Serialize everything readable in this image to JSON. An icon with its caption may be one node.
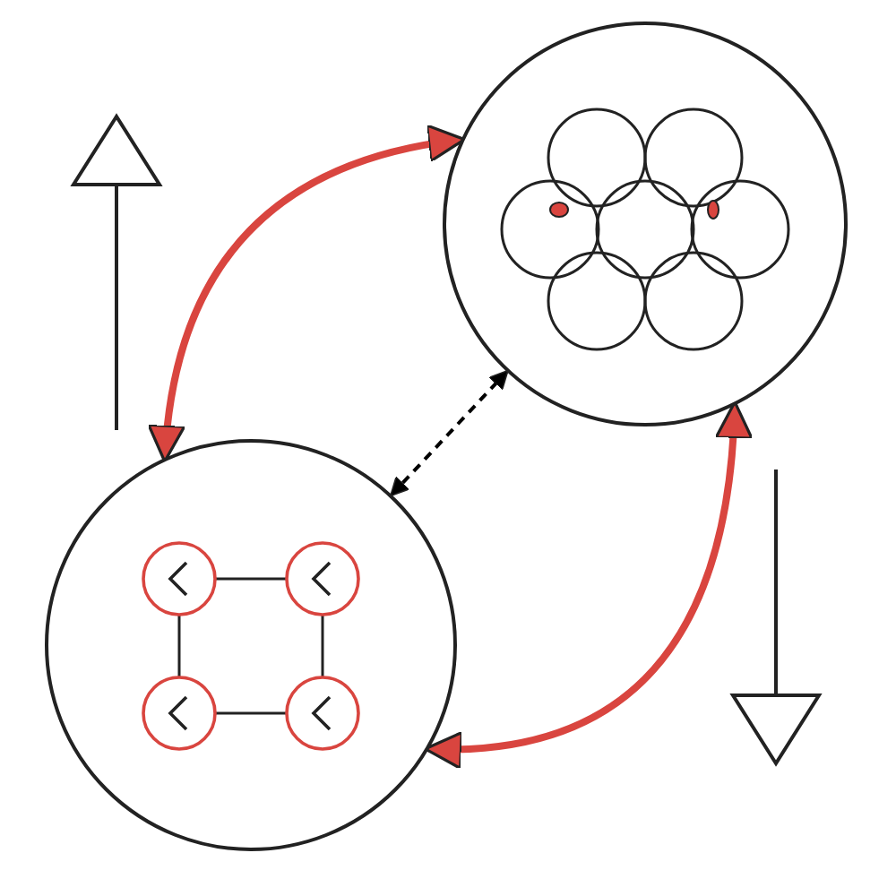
{
  "diagram": {
    "nodes": [
      {
        "text": [],
        "shape": "circle"
      },
      {
        "text": [],
        "shape": "circle"
      }
    ],
    "edges": [
      {
        "from": 1,
        "to": 0,
        "arrow": "both"
      },
      {
        "from": 1,
        "to": 0,
        "arrow": "both",
        "style": "dashed",
        "color": "#000000"
      },
      {
        "from": 0,
        "to": 1,
        "arrow": "both"
      }
    ]
  }
}
